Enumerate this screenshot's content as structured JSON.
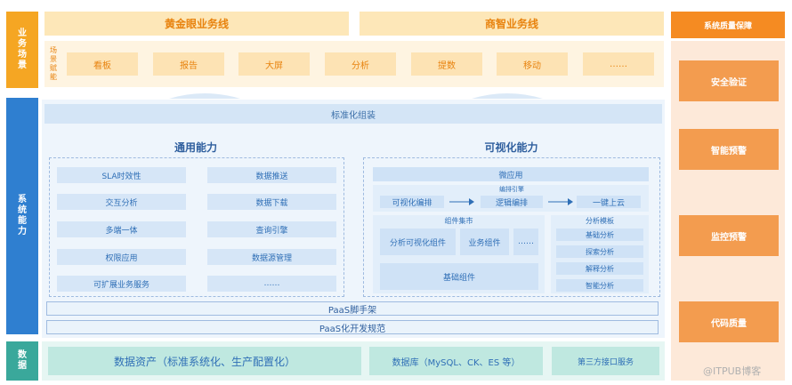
{
  "left_labels": {
    "business": "业\n务\n场\n景",
    "system": "系\n统\n能\n力",
    "data": "数\n据"
  },
  "top": {
    "gold_line": "黄金眼业务线",
    "bi_line": "商智业务线",
    "scene_label": "场\n景\n赋\n能",
    "scenes": [
      "看板",
      "报告",
      "大屏",
      "分析",
      "提数",
      "移动",
      "……"
    ]
  },
  "standard_assembly": "标准化组装",
  "general": {
    "title": "通用能力",
    "left_col": [
      "SLA时效性",
      "交互分析",
      "多端一体",
      "权限应用",
      "可扩展业务服务"
    ],
    "right_col": [
      "数据推送",
      "数据下载",
      "查询引擎",
      "数据源管理",
      "……"
    ]
  },
  "visual": {
    "title": "可视化能力",
    "micro_app": "微应用",
    "orchestration_engine": "编排引擎",
    "flow": [
      "可视化编排",
      "逻辑编排",
      "一键上云"
    ],
    "market_title": "组件集市",
    "market_items": [
      "分析可视化组件",
      "业务组件",
      "……"
    ],
    "base_component": "基础组件",
    "template_title": "分析模板",
    "templates": [
      "基础分析",
      "探索分析",
      "解释分析",
      "智能分析"
    ]
  },
  "paas": {
    "scaffold": "PaaS脚手架",
    "spec": "PaaS化开发规范"
  },
  "data_row": {
    "assets": "数据资产（标准系统化、生产配置化）",
    "database": "数据库（MySQL、CK、ES 等）",
    "third_party": "第三方接口服务"
  },
  "right_panel": {
    "title": "系统质量保障",
    "items": [
      "安全验证",
      "智能预警",
      "监控预警",
      "代码质量"
    ]
  },
  "watermark": "@ITPUB博客",
  "colors": {
    "orange": "#f5a623",
    "blue": "#2f7fd0",
    "teal": "#5fc4b8",
    "right_orange": "#f39c4f"
  }
}
